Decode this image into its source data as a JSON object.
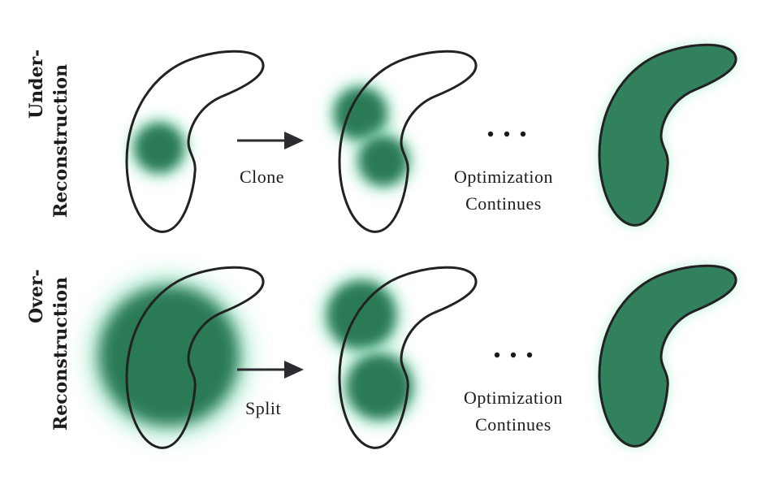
{
  "rows": [
    {
      "label_line1": "Under-",
      "label_line2": "Reconstruction",
      "operation": "Clone",
      "continues_line1": "Optimization",
      "continues_line2": "Continues",
      "ellipsis": "• • •"
    },
    {
      "label_line1": "Over-",
      "label_line2": "Reconstruction",
      "operation": "Split",
      "continues_line1": "Optimization",
      "continues_line2": "Continues",
      "ellipsis": "• • •"
    }
  ],
  "colors": {
    "gaussian_fill": "#2a7a56",
    "gaussian_glow": "#6fd6a8",
    "outline": "#222222",
    "arrow": "#2b2b30"
  }
}
